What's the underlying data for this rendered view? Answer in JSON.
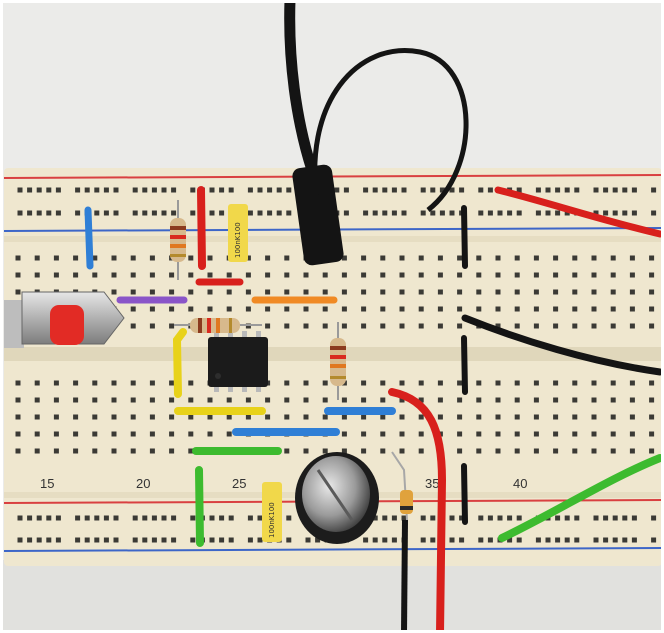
{
  "column_labels": [
    "15",
    "20",
    "25",
    "35",
    "40"
  ],
  "capacitor_markings": [
    "100nK100",
    "100nK100"
  ],
  "colors": {
    "board": "#efe7cf",
    "hole": "#3b3a35",
    "rail_red": "#d94040",
    "rail_blue": "#3d66c8",
    "wire_red": "#d8201c",
    "wire_black": "#141414",
    "wire_blue": "#2f7fd6",
    "wire_yellow": "#e8d21a",
    "wire_green": "#3dbb2f",
    "wire_orange": "#f08a24",
    "wire_purple": "#8a55c8",
    "button_cap": "#e22b25",
    "capacitor_yellow": "#f1d84a"
  }
}
